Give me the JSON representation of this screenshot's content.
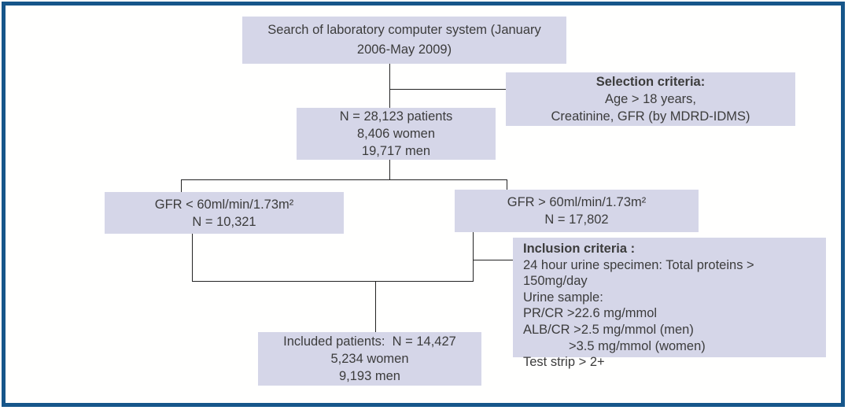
{
  "diagram": {
    "colors": {
      "box_fill": "#d5d6e8",
      "frame_border": "#16568a",
      "connector": "#232323",
      "text": "#3c3c3c"
    },
    "boxes": {
      "search": {
        "line1": "Search of laboratory computer system (January",
        "line2": "2006-May 2009)"
      },
      "selection": {
        "title": "Selection criteria:",
        "line1": "Age > 18 years,",
        "line2": "Creatinine, GFR (by MDRD-IDMS)"
      },
      "cohort": {
        "line1": "N = 28,123 patients",
        "line2": "8,406 women",
        "line3": "19,717 men"
      },
      "gfr_low": {
        "line1": "GFR < 60ml/min/1.73m²",
        "line2": "N = 10,321"
      },
      "gfr_high": {
        "line1": "GFR > 60ml/min/1.73m²",
        "line2": "N = 17,802"
      },
      "inclusion": {
        "title": "Inclusion criteria :",
        "line1": "24 hour urine specimen: Total proteins > 150mg/day",
        "line2": "Urine sample:",
        "line3": "PR/CR >22.6 mg/mmol",
        "line4": "ALB/CR >2.5 mg/mmol (men)",
        "line5": ">3.5 mg/mmol (women)",
        "line6": "Test strip > 2+"
      },
      "included": {
        "line1": "Included patients:  N = 14,427",
        "line2": "5,234 women",
        "line3": "9,193 men"
      }
    }
  }
}
